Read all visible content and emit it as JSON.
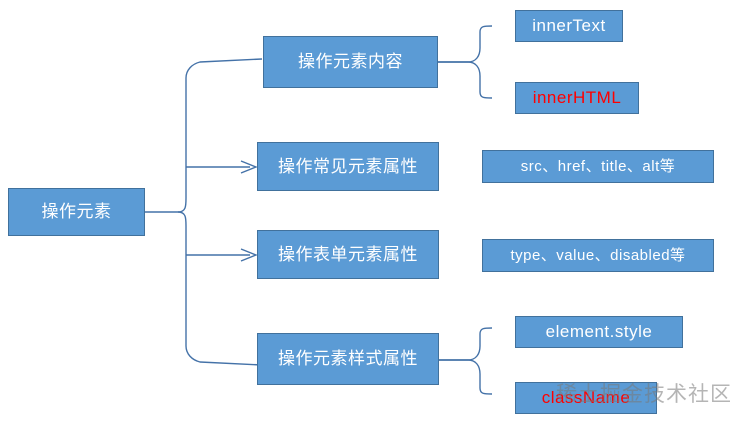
{
  "diagram": {
    "type": "tree-mindmap",
    "theme": {
      "node_fill": "#5b9bd5",
      "node_border": "#41719c",
      "node_text": "#ffffff",
      "highlight_text": "#ff0000",
      "connector": "#4472a8",
      "background": "#ffffff"
    },
    "root": {
      "label": "操作元素"
    },
    "branches": [
      {
        "label": "操作元素内容",
        "children": [
          {
            "label": "innerText",
            "highlight": false
          },
          {
            "label": "innerHTML",
            "highlight": true
          }
        ]
      },
      {
        "label": "操作常见元素属性",
        "children": [
          {
            "label": "src、href、title、alt等",
            "highlight": false
          }
        ]
      },
      {
        "label": "操作表单元素属性",
        "children": [
          {
            "label": "type、value、disabled等",
            "highlight": false
          }
        ]
      },
      {
        "label": "操作元素样式属性",
        "children": [
          {
            "label": "element.style",
            "highlight": false
          },
          {
            "label": "className",
            "highlight": true
          }
        ]
      }
    ]
  },
  "watermark": {
    "text": "稀土掘金技术社区"
  }
}
